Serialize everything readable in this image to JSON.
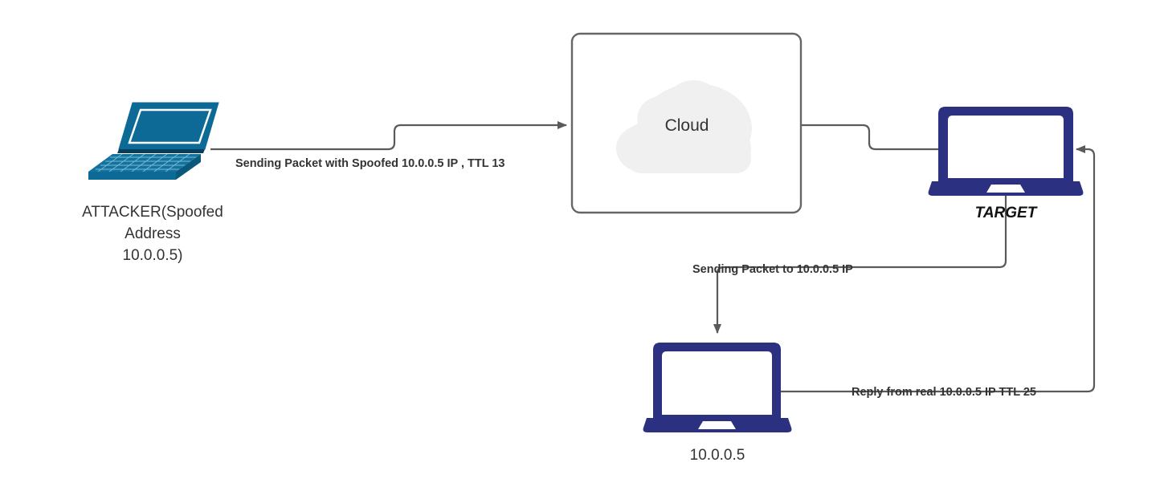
{
  "diagram": {
    "title": "IP Spoofing / TTL Reflection Network Diagram",
    "background": "#ffffff",
    "colors": {
      "attacker_laptop": "#0D6A96",
      "attacker_laptop_dark": "#0A5377",
      "attacker_laptop_light": "#1A7FAF",
      "device_navy": "#2B3180",
      "cloud_fill": "#F0F0F0",
      "box_stroke": "#666666",
      "edge_stroke": "#666666",
      "label_text": "#333333"
    }
  },
  "nodes": {
    "attacker": {
      "icon": "laptop-isometric-icon",
      "label_lines": [
        "ATTACKER(Spoofed",
        "Address",
        "10.0.0.5)"
      ]
    },
    "cloud": {
      "icon": "cloud-icon",
      "label": "Cloud"
    },
    "target": {
      "icon": "laptop-icon",
      "label": "TARGET"
    },
    "victim": {
      "icon": "laptop-icon",
      "label": "10.0.0.5"
    }
  },
  "edges": [
    {
      "id": "attacker-to-cloud",
      "from": "attacker",
      "to": "cloud",
      "label": "Sending Packet with Spoofed 10.0.0.5 IP , TTL 13",
      "arrow": "end"
    },
    {
      "id": "cloud-to-target",
      "from": "cloud",
      "to": "target",
      "label": "",
      "arrow": "none"
    },
    {
      "id": "target-to-victim",
      "from": "target",
      "to": "victim",
      "label": "Sending Packet to 10.0.0.5 IP",
      "arrow": "end"
    },
    {
      "id": "victim-to-target",
      "from": "victim",
      "to": "target",
      "label": "Reply from real 10.0.0.5 IP TTL 25",
      "arrow": "end"
    }
  ]
}
